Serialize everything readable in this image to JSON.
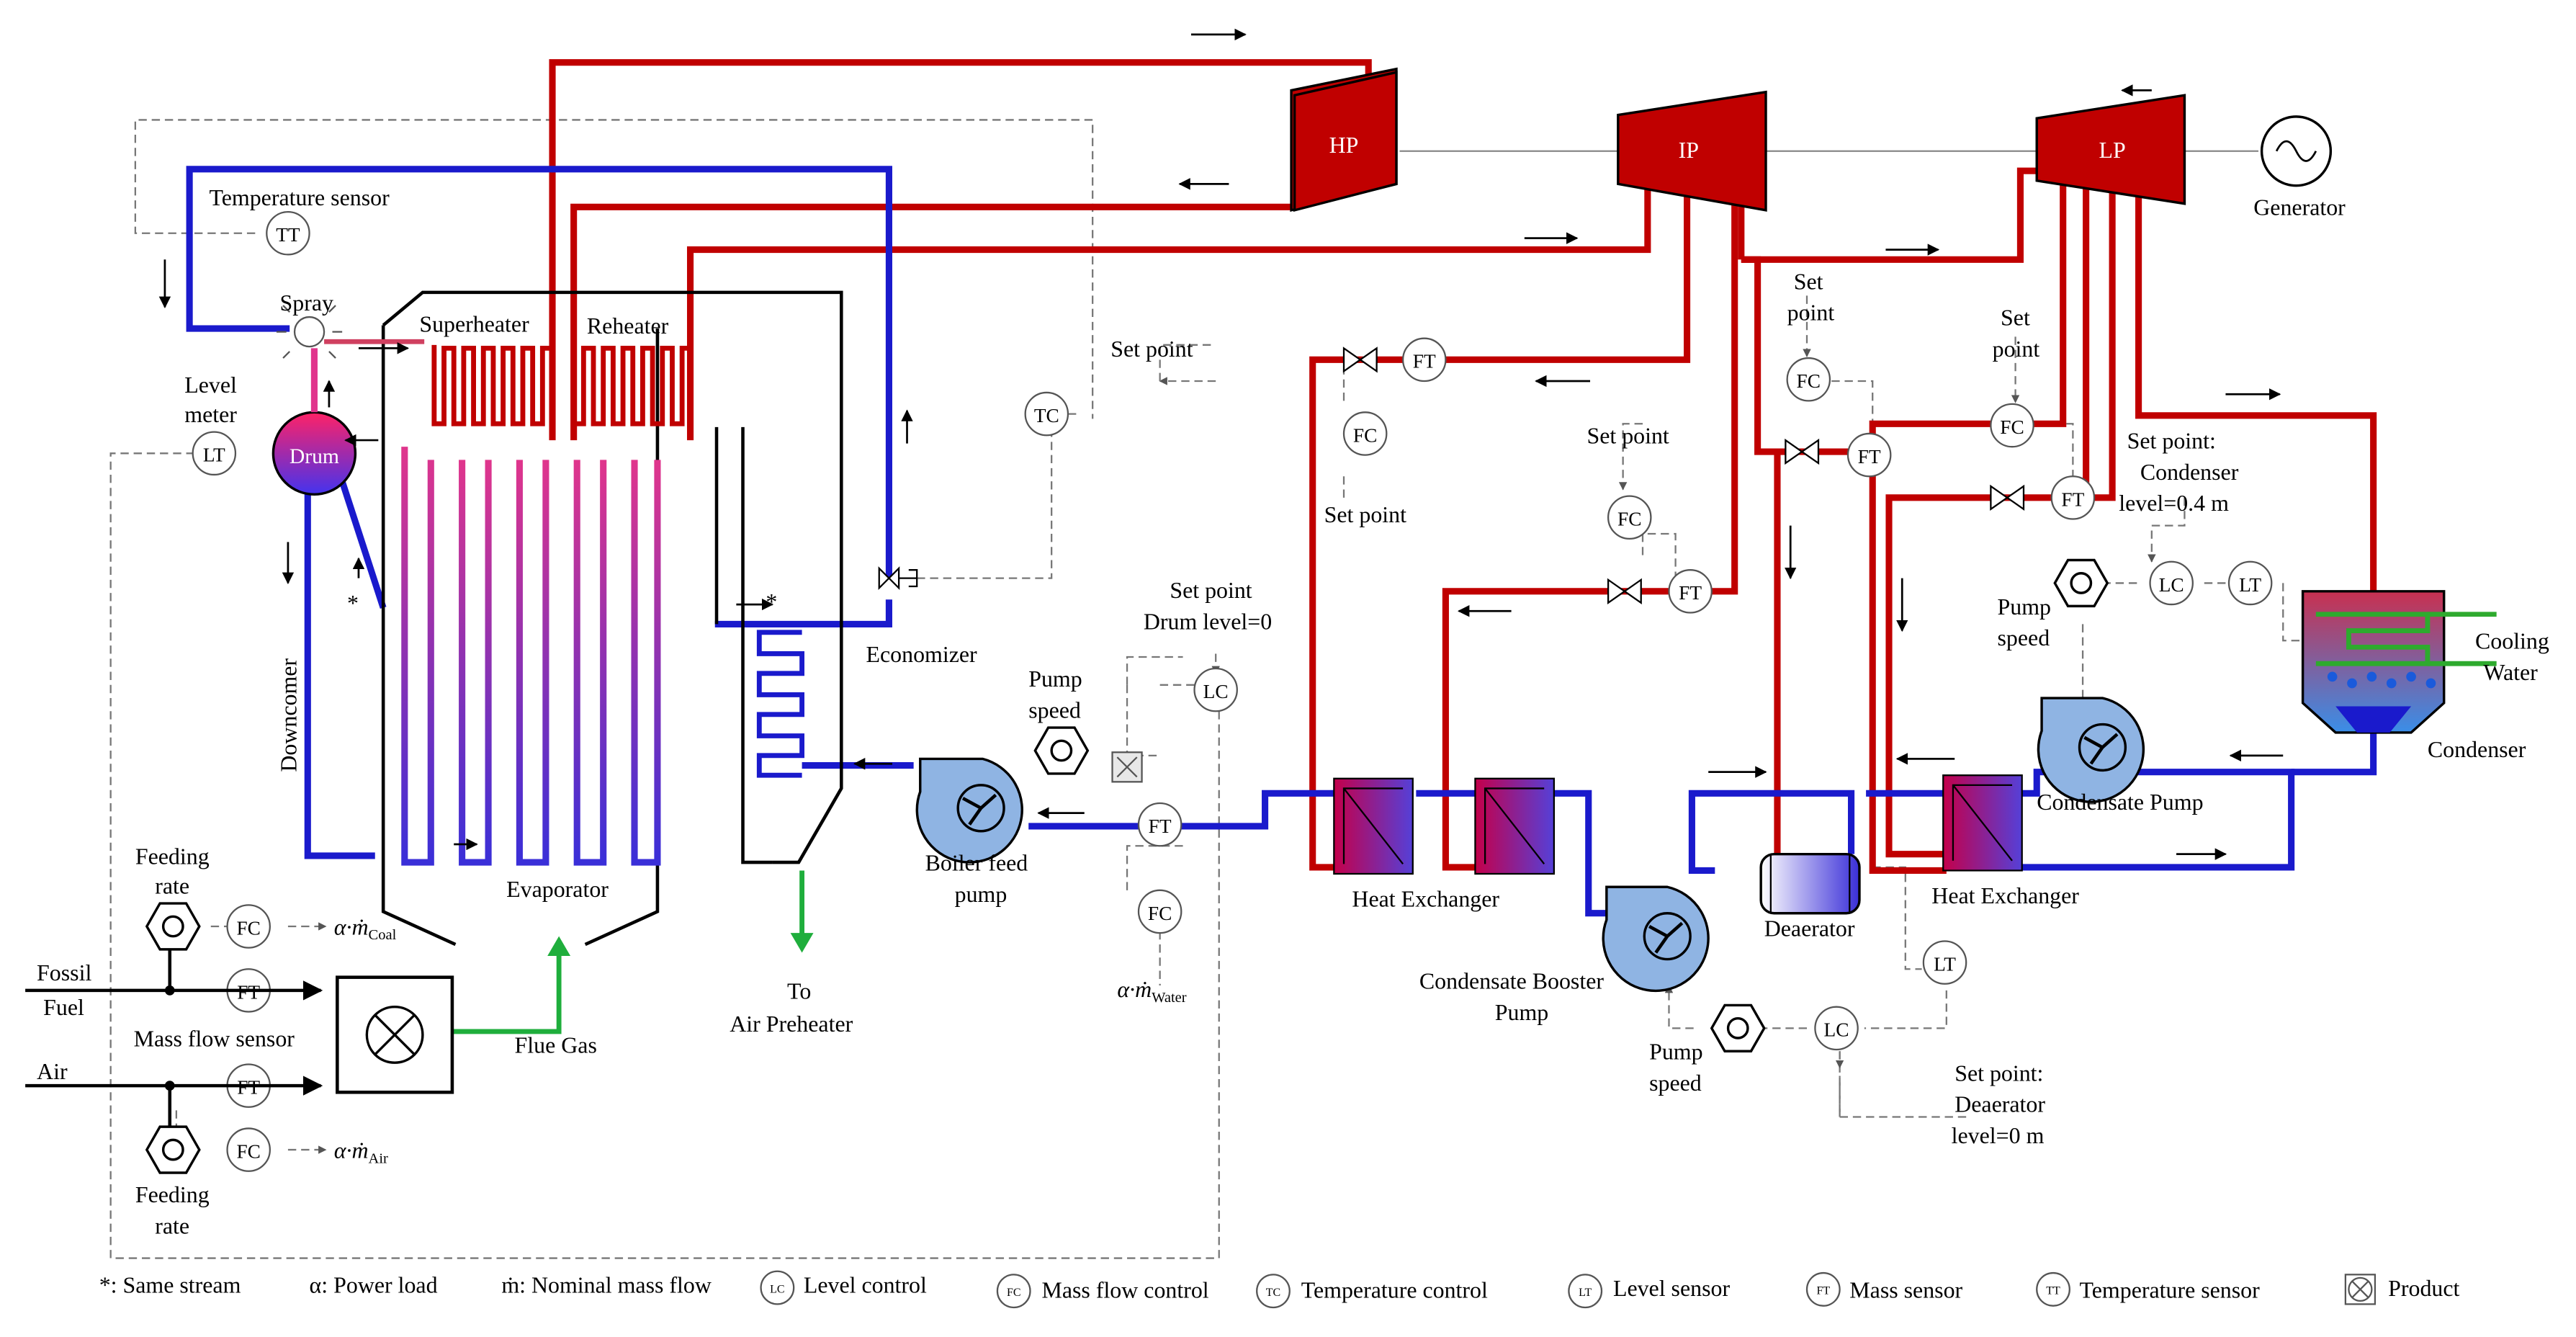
{
  "colors": {
    "steam": "#c00000",
    "water": "#1a1acc",
    "flue_gas": "#1fae3c",
    "cooling": "#2eaa2e",
    "equipment_blue": "#8fb4e3",
    "signal": "#777777",
    "turbine": "#c00000"
  },
  "turbines": {
    "hp": "HP",
    "ip": "IP",
    "lp": "LP",
    "generator": "Generator"
  },
  "boiler": {
    "superheater": "Superheater",
    "reheater": "Reheater",
    "drum": "Drum",
    "evaporator": "Evaporator",
    "economizer": "Economizer",
    "downcomer": "Downcomer",
    "spray": "Spray",
    "temperature_sensor": "Temperature sensor",
    "level_meter_1": "Level",
    "level_meter_2": "meter",
    "flue_gas": "Flue Gas",
    "to_air_preheater_1": "To",
    "to_air_preheater_2": "Air Preheater",
    "same_stream_mark": "*"
  },
  "fuel_side": {
    "feeding_rate_1": "Feeding",
    "feeding_rate_2": "rate",
    "fossil_1": "Fossil",
    "fossil_2": "Fuel",
    "mass_flow_sensor": "Mass flow sensor",
    "air": "Air",
    "coal_setpoint": "α·ṁ",
    "coal_sub": "Coal",
    "air_setpoint": "α·ṁ",
    "air_sub": "Air"
  },
  "feed_water": {
    "pump_speed_1": "Pump",
    "pump_speed_2": "speed",
    "boiler_feed_pump_1": "Boiler feed",
    "boiler_feed_pump_2": "pump",
    "set_point_1": "Set point",
    "set_point_2": "Drum level=0",
    "water_setpoint": "α·ṁ",
    "water_sub": "Water",
    "tc_set_point": "Set point"
  },
  "condensate": {
    "heat_exchanger_left": "Heat Exchanger",
    "heat_exchanger_right": "Heat Exchanger",
    "deaerator": "Deaerator",
    "booster_pump_1": "Condensate Booster",
    "booster_pump_2": "Pump",
    "condensate_pump": "Condensate Pump",
    "condenser": "Condenser",
    "cooling_water_1": "Cooling",
    "cooling_water_2": "Water",
    "pump_speed_1": "Pump",
    "pump_speed_2": "speed",
    "dea_set_point_1": "Set point:",
    "dea_set_point_2": "Deaerator",
    "dea_set_point_3": "level=0 m",
    "cond_set_point_1": "Set point:",
    "cond_set_point_2": "Condenser",
    "cond_set_point_3": "level=0.4 m",
    "set_point": "Set point",
    "set_point_a": "Set",
    "set_point_b": "point"
  },
  "instruments": {
    "tt": "TT",
    "tc": "TC",
    "lt": "LT",
    "lc": "LC",
    "fc": "FC",
    "ft": "FT"
  },
  "legend": {
    "same_stream": "*: Same stream",
    "power_load": "α: Power load",
    "nominal": "ṁ: Nominal mass flow",
    "lc": "Level control",
    "fc": "Mass flow control",
    "tc": "Temperature control",
    "lt": "Level sensor",
    "ft": "Mass sensor",
    "tt": "Temperature sensor",
    "product": "Product"
  }
}
